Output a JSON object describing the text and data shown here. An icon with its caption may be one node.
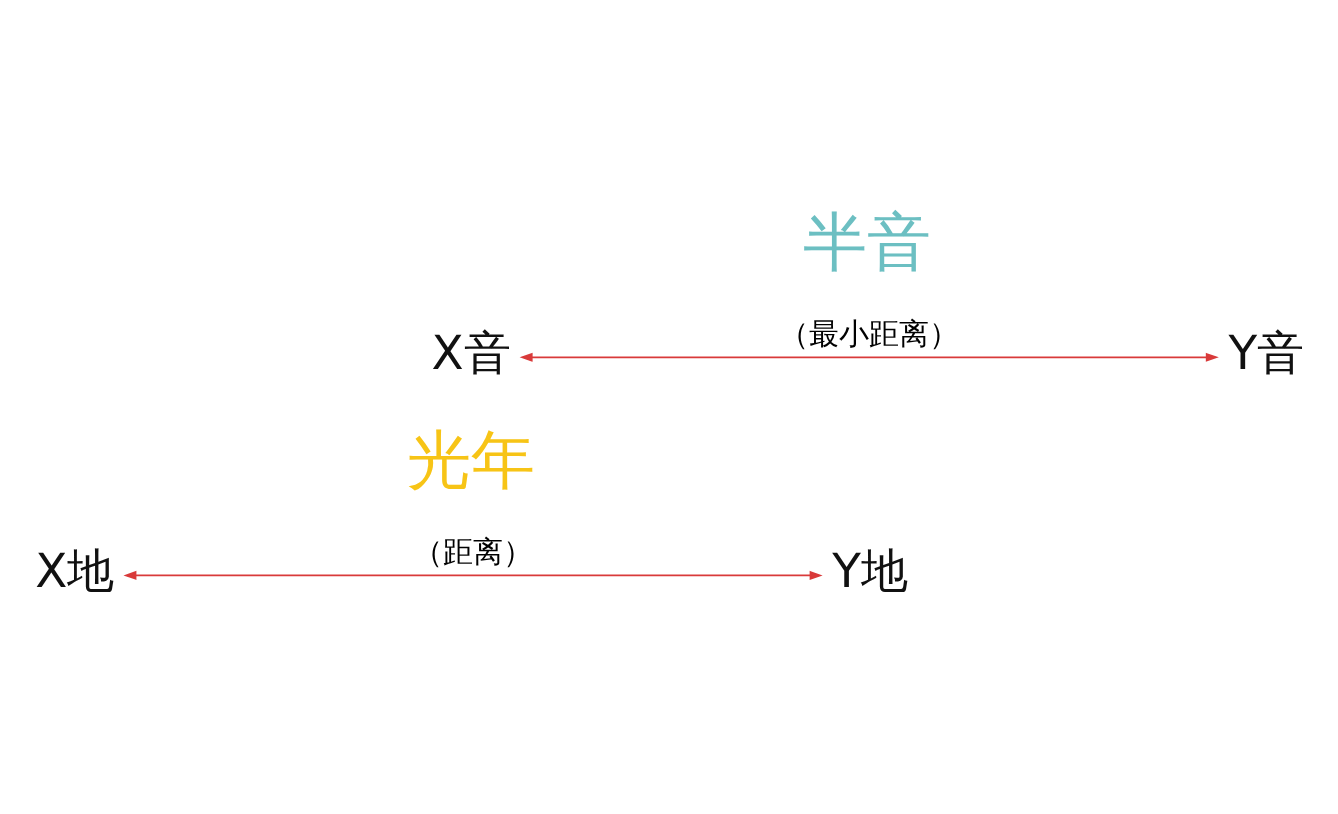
{
  "diagram": {
    "nodes": [
      {
        "text": [
          "X音"
        ]
      },
      {
        "text": [
          "Y音"
        ]
      },
      {
        "text": [
          "X地"
        ]
      },
      {
        "text": [
          "Y地"
        ]
      }
    ],
    "edges": [
      {
        "from": 0,
        "to": 1,
        "arrow": "both",
        "label": "（最小距离）"
      },
      {
        "from": 2,
        "to": 3,
        "arrow": "both",
        "label": "（距离）"
      }
    ],
    "labels": [
      "半音",
      "光年"
    ]
  }
}
